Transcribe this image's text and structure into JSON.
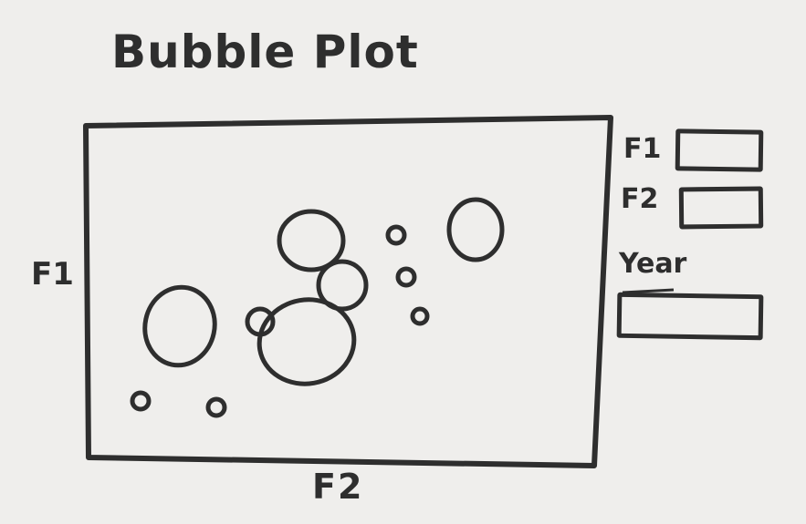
{
  "title": "Bubble Plot",
  "x_axis_label": "F2",
  "y_axis_label": "F1",
  "controls": {
    "f1_label": "F1",
    "f2_label": "F2",
    "year_label": "Year"
  },
  "colors": {
    "ink": "#2e2e2e",
    "paper": "#efeeec"
  }
}
